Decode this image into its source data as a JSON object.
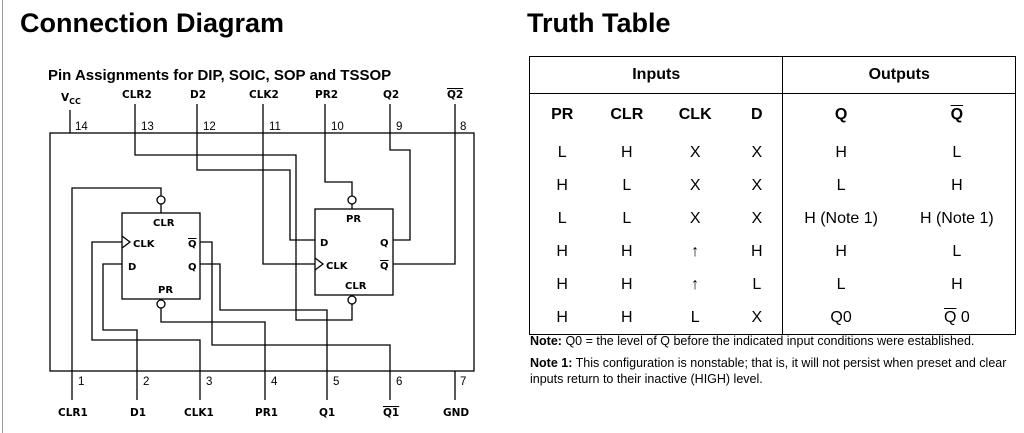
{
  "connection": {
    "title": "Connection Diagram",
    "subtitle": "Pin Assignments for DIP, SOIC, SOP and TSSOP",
    "top_pins": [
      {
        "label": "V",
        "sub": "CC",
        "num": "14"
      },
      {
        "label": "CLR2",
        "num": "13"
      },
      {
        "label": "D2",
        "num": "12"
      },
      {
        "label": "CLK2",
        "num": "11"
      },
      {
        "label": "PR2",
        "num": "10"
      },
      {
        "label": "Q2",
        "num": "9"
      },
      {
        "label": "Q2",
        "num": "8",
        "overline": true
      }
    ],
    "bottom_pins": [
      {
        "label": "CLR1",
        "num": "1"
      },
      {
        "label": "D1",
        "num": "2"
      },
      {
        "label": "CLK1",
        "num": "3"
      },
      {
        "label": "PR1",
        "num": "4"
      },
      {
        "label": "Q1",
        "num": "5"
      },
      {
        "label": "Q1",
        "num": "6",
        "overline": true
      },
      {
        "label": "GND",
        "num": "7"
      }
    ],
    "ff1": {
      "clr": "CLR",
      "clk": "CLK",
      "d": "D",
      "pr": "PR",
      "q": "Q",
      "qbar": "Q"
    },
    "ff2": {
      "clr": "CLR",
      "clk": "CLK",
      "d": "D",
      "pr": "PR",
      "q": "Q",
      "qbar": "Q"
    }
  },
  "truth": {
    "title": "Truth Table",
    "group_inputs": "Inputs",
    "group_outputs": "Outputs",
    "columns": [
      "PR",
      "CLR",
      "CLK",
      "D",
      "Q",
      "Q"
    ],
    "rows": [
      [
        "L",
        "H",
        "X",
        "X",
        "H",
        "L"
      ],
      [
        "H",
        "L",
        "X",
        "X",
        "L",
        "H"
      ],
      [
        "L",
        "L",
        "X",
        "X",
        "H (Note 1)",
        "H (Note 1)"
      ],
      [
        "H",
        "H",
        "↑",
        "H",
        "H",
        "L"
      ],
      [
        "H",
        "H",
        "↑",
        "L",
        "L",
        "H"
      ],
      [
        "H",
        "H",
        "L",
        "X",
        "Q0",
        "Q 0"
      ]
    ],
    "note_label": "Note:",
    "note_text": "Q0 = the level of Q before the indicated input conditions were established.",
    "note1_label": "Note 1:",
    "note1_text": "This configuration is nonstable; that is, it will not persist when preset and clear inputs return to their inactive (HIGH) level."
  }
}
